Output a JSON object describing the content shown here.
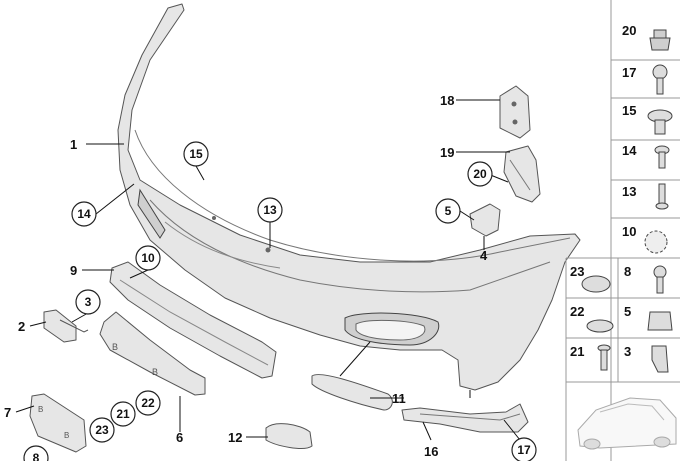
{
  "callouts": {
    "c1": "1",
    "c2": "2",
    "c3": "3",
    "c4": "4",
    "c5": "5",
    "c6": "6",
    "c7": "7",
    "c8": "8",
    "c9": "9",
    "c10": "10",
    "c11": "11",
    "c12": "12",
    "c13": "13",
    "c14": "14",
    "c15": "15",
    "c16": "16",
    "c17": "17",
    "c18": "18",
    "c19": "19",
    "c20": "20",
    "c21": "21",
    "c22": "22",
    "c23": "23"
  },
  "sidebar": {
    "items": [
      "20",
      "17",
      "15",
      "14",
      "13",
      "10",
      "23",
      "8",
      "22",
      "5",
      "21",
      "3"
    ]
  }
}
